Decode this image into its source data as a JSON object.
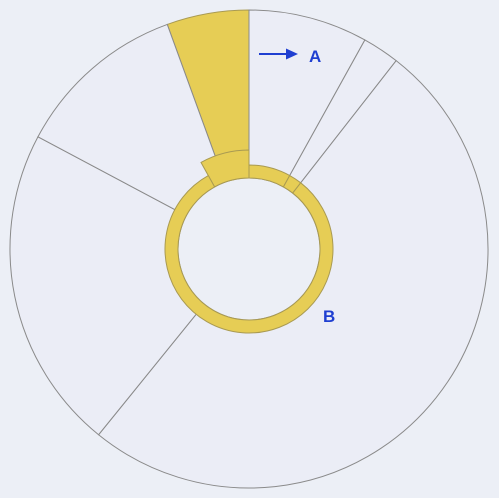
{
  "diagram": {
    "colors": {
      "background": "#eceff6",
      "highlight_fill": "#e6cd55",
      "highlight_stroke": "#a99a52",
      "segment_fill": "#ebedf6",
      "segment_stroke": "#8a8a8a",
      "annotation": "#1f3fd1"
    },
    "outer_ring": {
      "segments": [
        {
          "id": "outer-a",
          "highlighted": true
        },
        {
          "id": "outer-b",
          "highlighted": false
        },
        {
          "id": "outer-c",
          "highlighted": false
        },
        {
          "id": "outer-d",
          "highlighted": false
        },
        {
          "id": "outer-e",
          "highlighted": false
        },
        {
          "id": "outer-f",
          "highlighted": false
        }
      ]
    },
    "inner_ring": {
      "segments": [
        {
          "id": "inner-1",
          "highlighted": true
        },
        {
          "id": "inner-2",
          "highlighted": true
        },
        {
          "id": "inner-3",
          "highlighted": true
        },
        {
          "id": "inner-4",
          "highlighted": true
        }
      ]
    },
    "annotations": {
      "a_label": "A",
      "b_label": "B"
    }
  }
}
